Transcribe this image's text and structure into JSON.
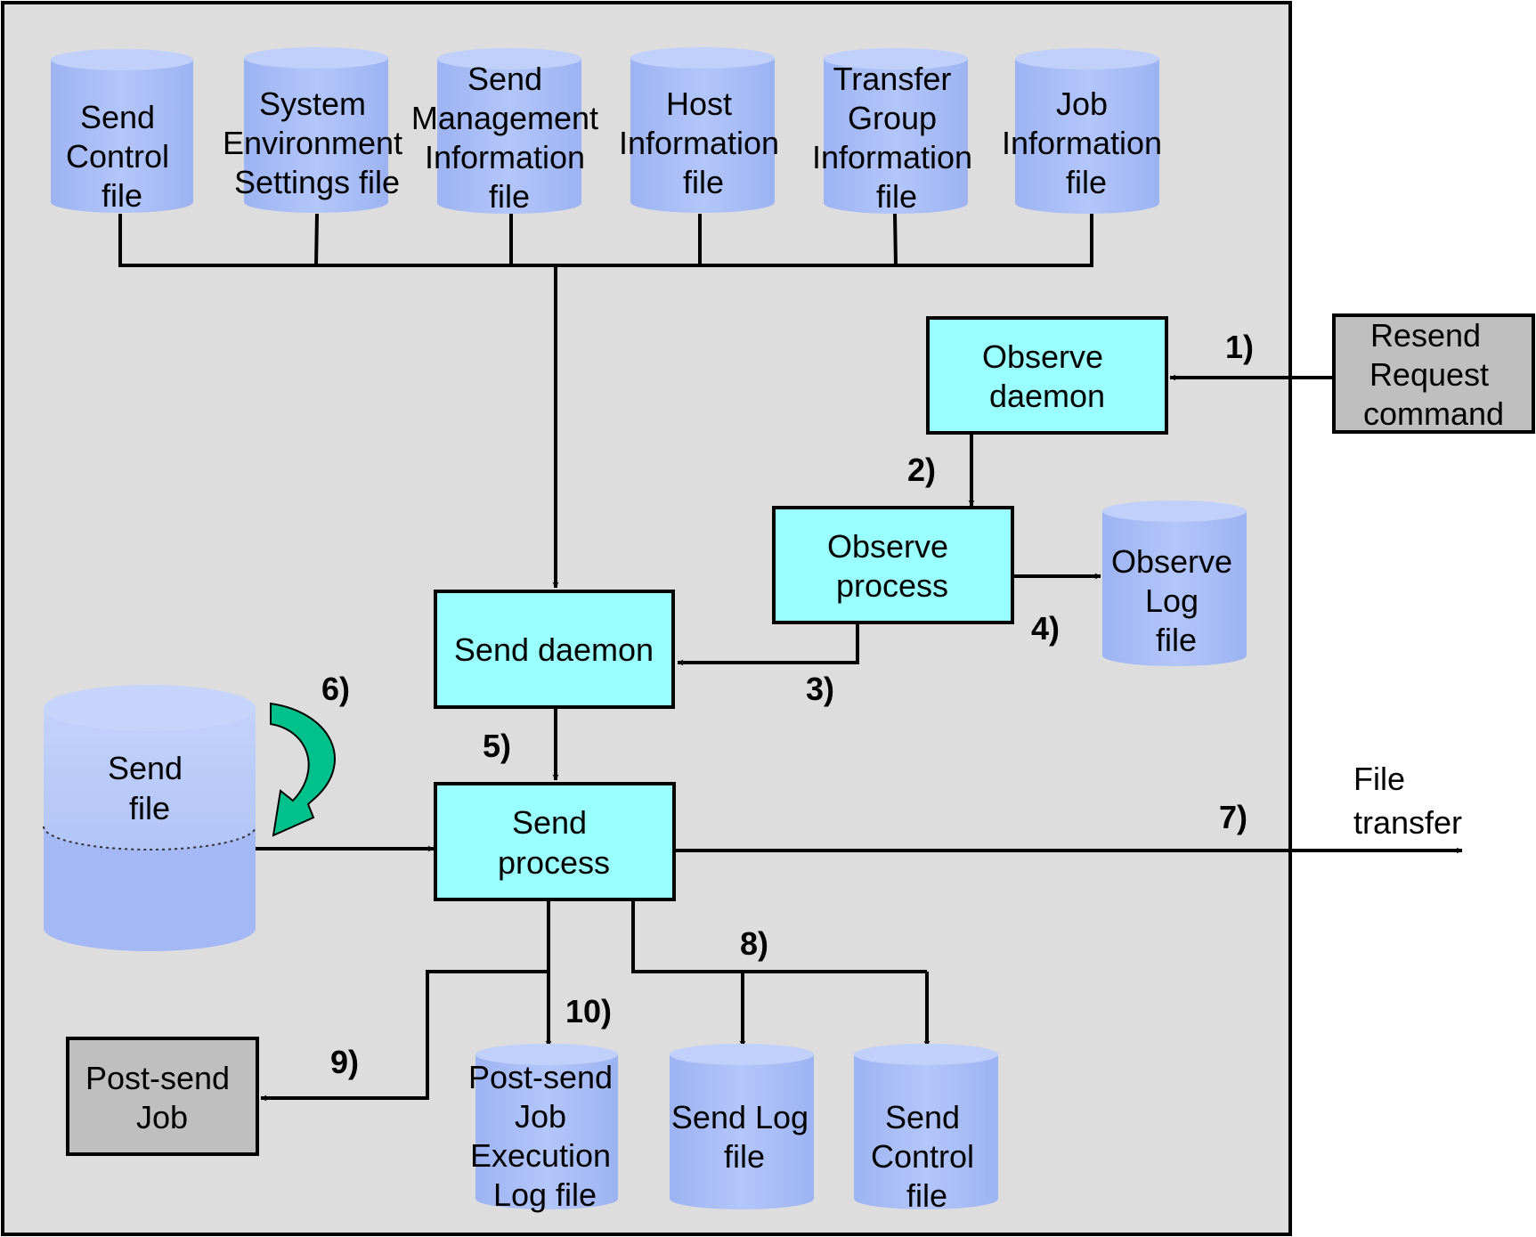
{
  "databases": {
    "send_control_top": [
      "Send",
      "Control",
      "file"
    ],
    "system_env": [
      "System",
      "Environment",
      "Settings file"
    ],
    "send_mgmt": [
      "Send",
      "Management",
      "Information",
      "file"
    ],
    "host_info": [
      "Host",
      "Information",
      "file"
    ],
    "transfer_group": [
      "Transfer",
      "Group",
      "Information",
      "file"
    ],
    "job_info": [
      "Job",
      "Information",
      "file"
    ],
    "observe_log": [
      "Observe",
      "Log",
      "file"
    ],
    "send_file": [
      "Send",
      "file"
    ],
    "post_send_log": [
      "Post-send",
      "Job",
      "Execution",
      "Log file"
    ],
    "send_log": [
      "Send Log",
      "file"
    ],
    "send_control_bottom": [
      "Send",
      "Control",
      "file"
    ]
  },
  "processes": {
    "observe_daemon": [
      "Observe",
      "daemon"
    ],
    "observe_process": [
      "Observe",
      "process"
    ],
    "send_daemon": [
      "Send daemon"
    ],
    "send_process": [
      "Send",
      "process"
    ]
  },
  "external": {
    "resend_command": [
      "Resend",
      "Request",
      "command"
    ],
    "post_send_job": [
      "Post-send",
      "Job"
    ],
    "file_transfer": [
      "File",
      "transfer"
    ]
  },
  "steps": {
    "s1": "1)",
    "s2": "2)",
    "s3": "3)",
    "s4": "4)",
    "s5": "5)",
    "s6": "6)",
    "s7": "7)",
    "s8": "8)",
    "s9": "9)",
    "s10": "10)"
  },
  "colors": {
    "panel": "#dddddd",
    "process_fill": "#99ffff",
    "external_fill": "#bfbfbf",
    "db_body": "#a3b8f5",
    "db_top": "#c0d0fa",
    "cycle_arrow": "#00c08c"
  }
}
